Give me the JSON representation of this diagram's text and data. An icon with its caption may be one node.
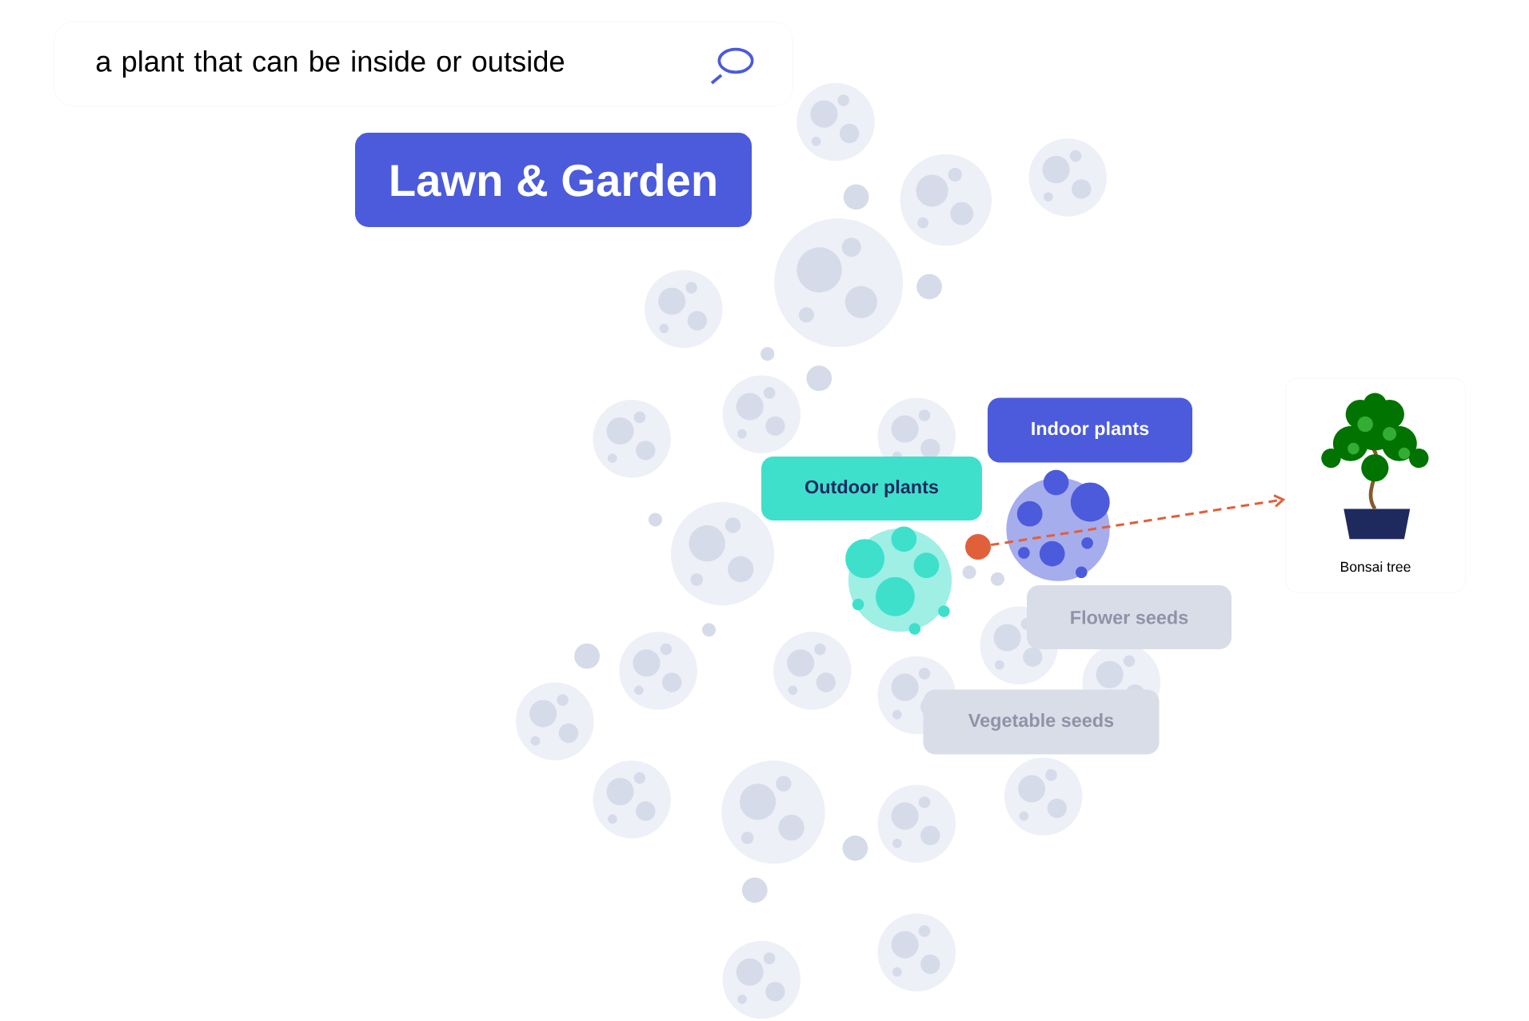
{
  "diagram": {
    "nodes": [
      {
        "text": [
          "a plant that can be inside or outside"
        ]
      },
      {
        "text": [
          "Lawn & Garden"
        ]
      },
      {
        "text": [
          "Indoor plants"
        ]
      },
      {
        "text": [
          "Outdoor plants"
        ]
      },
      {
        "text": [
          "Flower seeds"
        ]
      },
      {
        "text": [
          "Vegetable seeds"
        ]
      },
      {
        "text": [
          "Bonsai tree"
        ]
      },
      {
        "text": [],
        "shape": "circle"
      }
    ],
    "edges": [
      {
        "from": 7,
        "to": 6,
        "arrow": "to",
        "style": "dashed",
        "color": "#e0603a"
      }
    ]
  }
}
